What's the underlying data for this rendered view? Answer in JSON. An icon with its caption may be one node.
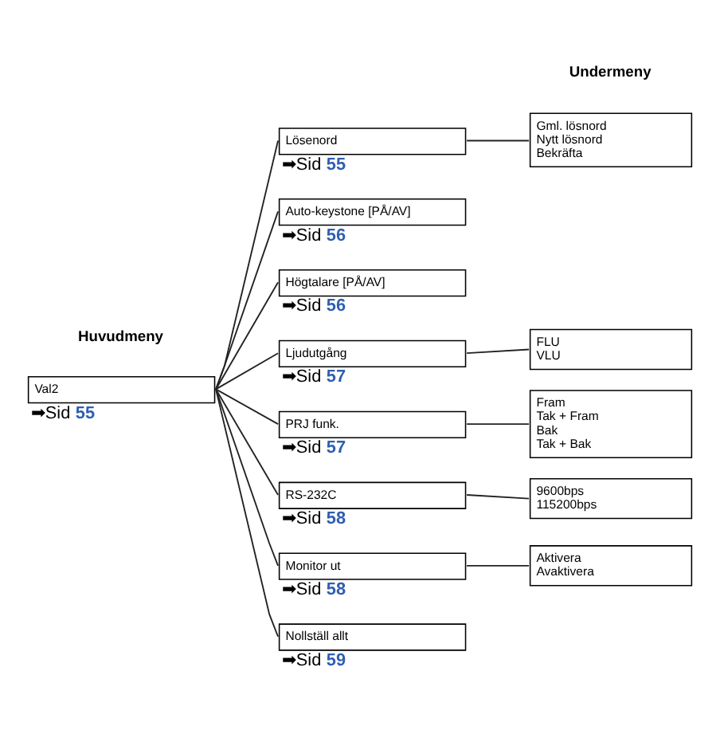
{
  "diagram": {
    "nodes": [
      {
        "text": [
          "Val2"
        ],
        "beside": [
          "➡Sid 55"
        ]
      },
      {
        "text": [
          "Lösenord"
        ],
        "beside": [
          "➡Sid 55"
        ]
      },
      {
        "text": [
          "Gml. lösnord",
          "Nytt lösnord",
          "Bekräfta"
        ]
      },
      {
        "text": [
          "Auto-keystone [PÅ/AV]"
        ],
        "beside": [
          "➡Sid 56"
        ]
      },
      {
        "text": [
          "Högtalare [PÅ/AV]"
        ],
        "beside": [
          "➡Sid 56"
        ]
      },
      {
        "text": [
          "Ljudutgång"
        ],
        "beside": [
          "➡Sid 57"
        ]
      },
      {
        "text": [
          "FLU",
          "VLU"
        ]
      },
      {
        "text": [
          "PRJ funk."
        ],
        "beside": [
          "➡Sid 57"
        ]
      },
      {
        "text": [
          "Fram",
          "Tak + Fram",
          "Bak",
          "Tak + Bak"
        ]
      },
      {
        "text": [
          "RS-232C"
        ],
        "beside": [
          "➡Sid 58"
        ]
      },
      {
        "text": [
          "9600bps",
          "115200bps"
        ]
      },
      {
        "text": [
          "Monitor ut"
        ],
        "beside": [
          "➡Sid 58"
        ]
      },
      {
        "text": [
          "Aktivera",
          "Avaktivera"
        ]
      },
      {
        "text": [
          "Nollställ allt"
        ],
        "beside": [
          "➡Sid 59"
        ]
      }
    ],
    "edges": [
      {
        "from": 0,
        "to": 1,
        "arrow": "none"
      },
      {
        "from": 0,
        "to": 3,
        "arrow": "none"
      },
      {
        "from": 0,
        "to": 4,
        "arrow": "none"
      },
      {
        "from": 0,
        "to": 5,
        "arrow": "none"
      },
      {
        "from": 0,
        "to": 7,
        "arrow": "none"
      },
      {
        "from": 0,
        "to": 9,
        "arrow": "none"
      },
      {
        "from": 0,
        "to": 11,
        "arrow": "none"
      },
      {
        "from": 0,
        "to": 13,
        "arrow": "none"
      },
      {
        "from": 1,
        "to": 2,
        "arrow": "none"
      },
      {
        "from": 5,
        "to": 6,
        "arrow": "none"
      },
      {
        "from": 7,
        "to": 8,
        "arrow": "none"
      },
      {
        "from": 9,
        "to": 10,
        "arrow": "none"
      },
      {
        "from": 11,
        "to": 12,
        "arrow": "none"
      }
    ],
    "labels": [
      "Huvudmeny",
      "Undermeny"
    ]
  }
}
